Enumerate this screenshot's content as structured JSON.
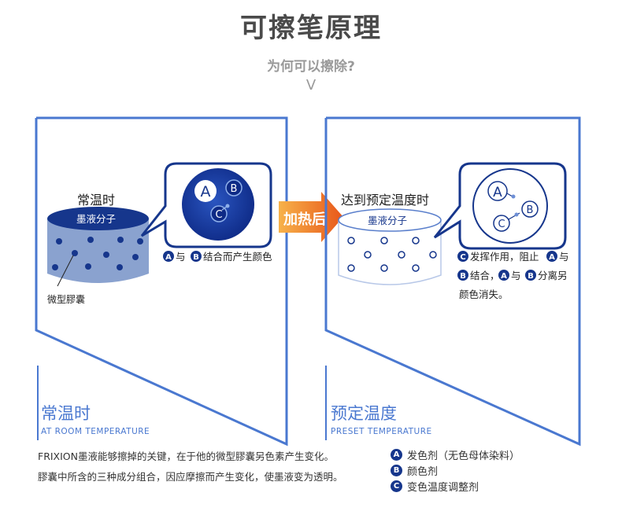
{
  "header": {
    "title": "可擦笔原理",
    "subtitle": "为何可以擦除?",
    "chevron": "V"
  },
  "left_panel": {
    "state_label": "常温时",
    "ink_label": "墨液分子",
    "capsule_label": "微型膠囊",
    "bubble_letters": [
      "A",
      "B",
      "C"
    ],
    "caption_badges": [
      "A",
      "B"
    ],
    "caption_text_1": "与",
    "caption_text_2": "结合而产生颜色",
    "footer_title": "常温时",
    "footer_subtitle": "AT ROOM TEMPERATURE"
  },
  "arrow": {
    "label": "加热后"
  },
  "right_panel": {
    "state_label": "达到预定温度时",
    "ink_label": "墨液分子",
    "bubble_letters": [
      "A",
      "B",
      "C"
    ],
    "caption_line1": [
      "C",
      "发挥作用，阻止",
      "A",
      "与"
    ],
    "caption_line2": [
      "B",
      "结合，",
      "A",
      "与",
      "B",
      "分离另"
    ],
    "caption_line3": "颜色消失。",
    "footer_title": "预定温度",
    "footer_subtitle": "PRESET TEMPERATURE"
  },
  "bottom": {
    "note_line1": "FRIXION墨液能够擦掉的关键，在于他的微型膠囊另色素产生变化。",
    "note_line2": "膠囊中所含的三种成分组合，因应摩擦而产生变化，使墨液变为透明。",
    "legend": [
      {
        "badge": "A",
        "text": "发色剂（无色母体染料）"
      },
      {
        "badge": "B",
        "text": "颜色剂"
      },
      {
        "badge": "C",
        "text": "变色温度调整剂"
      }
    ]
  },
  "colors": {
    "border": "#4a78d0",
    "navy": "#16368c",
    "arrow_orange": "#f07a1e",
    "cylinder_fill": "#8aa2cf"
  }
}
